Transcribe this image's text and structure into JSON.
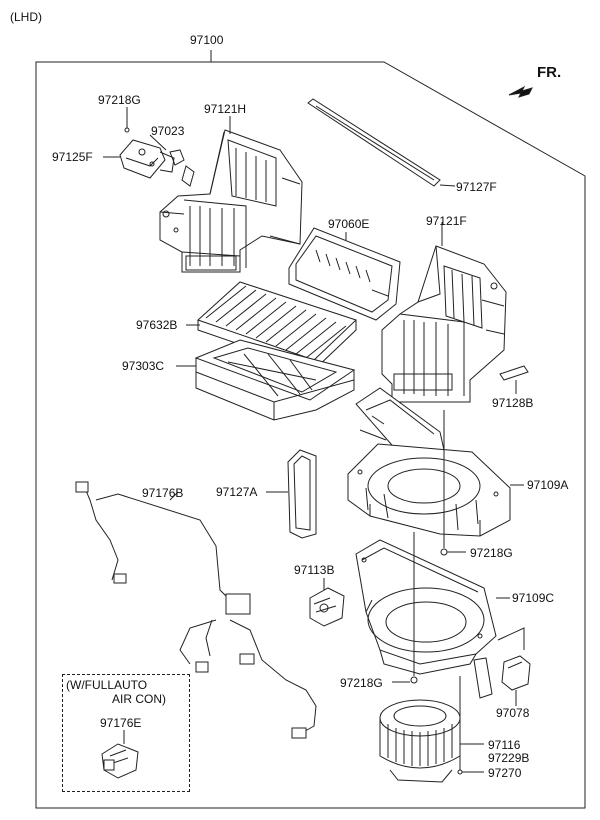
{
  "header": {
    "variant": "(LHD)"
  },
  "assembly": {
    "main_part": "97100"
  },
  "direction": {
    "label": "FR."
  },
  "option": {
    "line1": "(W/FULLAUTO",
    "line2": "AIR CON)"
  },
  "parts": {
    "p97218G_top": "97218G",
    "p97121H": "97121H",
    "p97023": "97023",
    "p97125F": "97125F",
    "p97127F": "97127F",
    "p97060E": "97060E",
    "p97121F": "97121F",
    "p97632B": "97632B",
    "p97303C": "97303C",
    "p97128B": "97128B",
    "p97176B": "97176B",
    "p97127A": "97127A",
    "p97109A": "97109A",
    "p97218G_mid": "97218G",
    "p97113B": "97113B",
    "p97109C": "97109C",
    "p97218G_low": "97218G",
    "p97078": "97078",
    "p97176E": "97176E",
    "p97116": "97116",
    "p97229B": "97229B",
    "p97270": "97270"
  }
}
